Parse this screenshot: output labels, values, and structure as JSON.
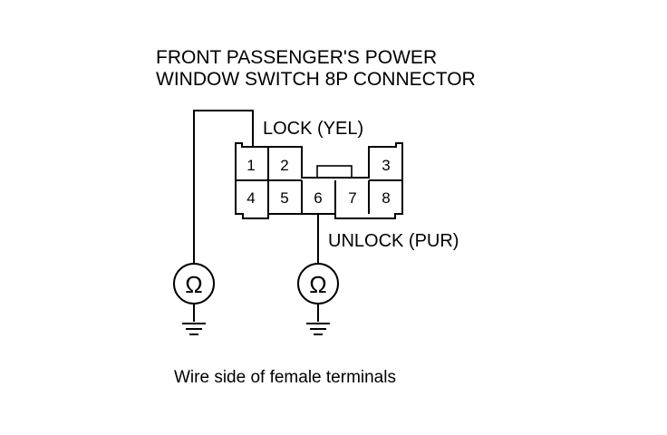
{
  "title": {
    "line1": "FRONT PASSENGER'S POWER",
    "line2": "WINDOW SWITCH 8P CONNECTOR"
  },
  "wires": {
    "lock": "LOCK (YEL)",
    "unlock": "UNLOCK (PUR)"
  },
  "connector": {
    "pins": [
      "1",
      "2",
      "3",
      "4",
      "5",
      "6",
      "7",
      "8"
    ]
  },
  "meters": {
    "symbol": "Ω"
  },
  "caption": "Wire side of female terminals"
}
